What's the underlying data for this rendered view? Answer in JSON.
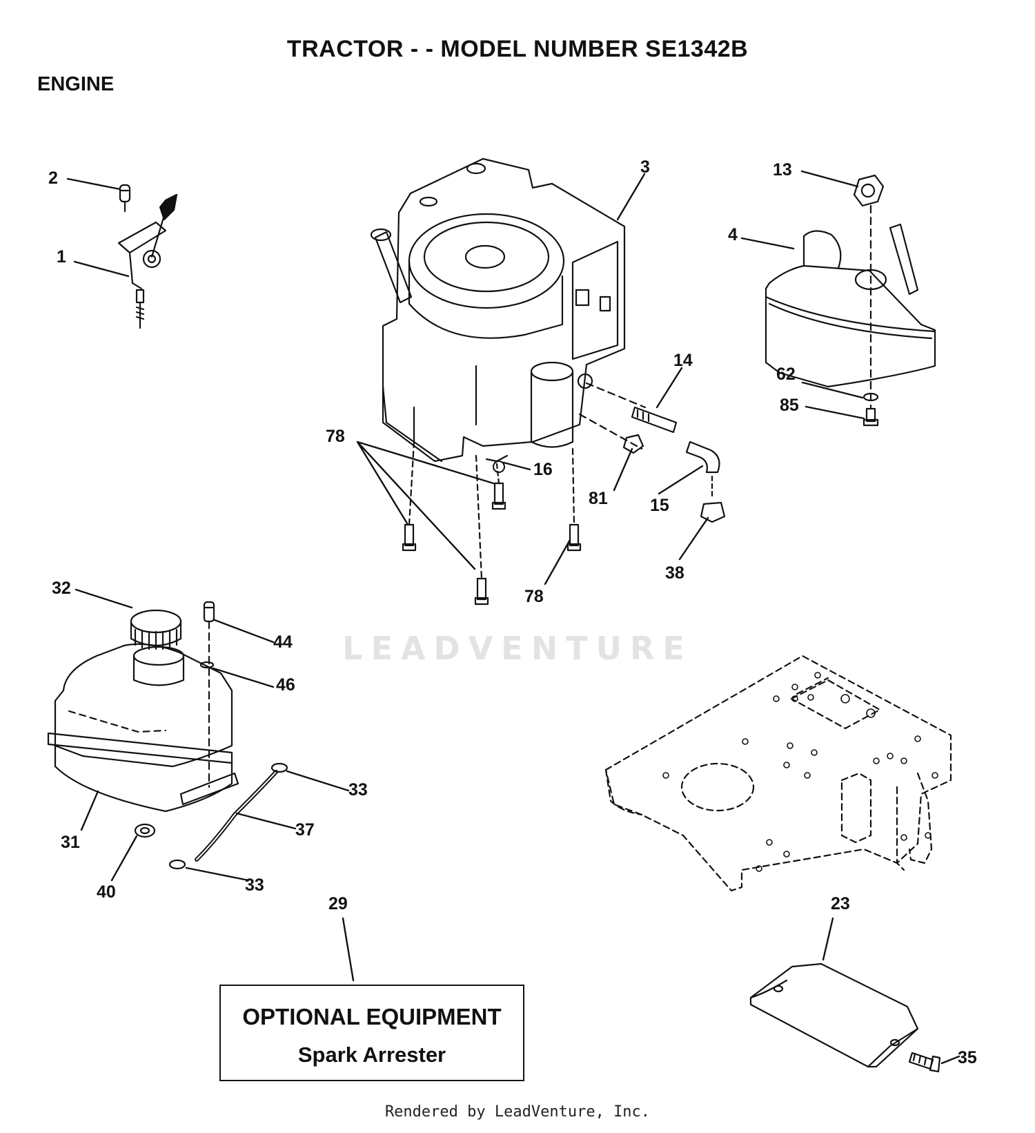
{
  "header": {
    "title": "TRACTOR - - MODEL NUMBER SE1342B",
    "section": "ENGINE"
  },
  "watermark": "LEADVENTURE",
  "optional_box": {
    "heading": "OPTIONAL EQUIPMENT",
    "item": "Spark Arrester"
  },
  "footer": "Rendered by LeadVenture, Inc.",
  "callouts": [
    "2",
    "1",
    "3",
    "13",
    "4",
    "14",
    "62",
    "85",
    "78",
    "16",
    "81",
    "15",
    "38",
    "78",
    "32",
    "44",
    "46",
    "33",
    "37",
    "31",
    "40",
    "33",
    "29",
    "23",
    "35"
  ]
}
